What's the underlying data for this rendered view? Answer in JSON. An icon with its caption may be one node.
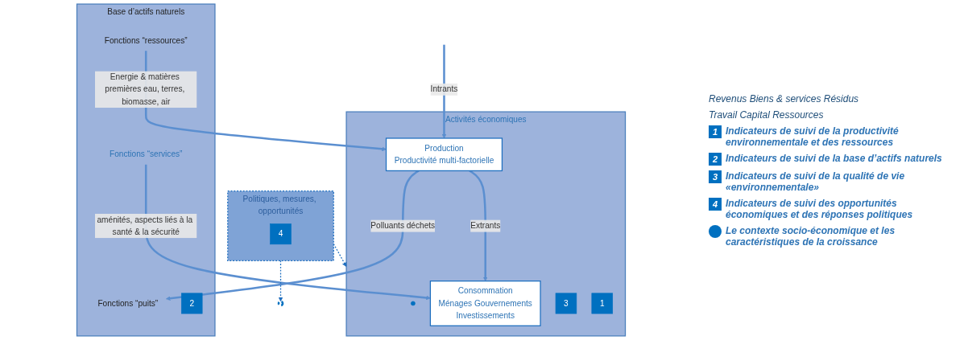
{
  "diagram": {
    "nodes": [
      {
        "text": [
          "Activités économiques"
        ]
      },
      {
        "text": [],
        "shape": "circle",
        "in": 0
      },
      {
        "text": [
          "Consommation",
          "Ménages Gouvernements",
          "Investissements"
        ],
        "in": 0
      },
      {
        "text": [
          "Production",
          "Productivité multi-factorielle"
        ],
        "in": 0
      },
      {
        "text": [
          "3"
        ],
        "in": 0
      },
      {
        "text": [
          "1"
        ],
        "in": 0
      },
      {
        "text": [
          "Politiques, mesures, opportunités"
        ]
      },
      {
        "text": [
          "4"
        ],
        "in": 6
      },
      {
        "text": [
          "Base d’actifs naturels"
        ]
      },
      {
        "text": [
          "Fonctions “services”"
        ],
        "in": 8
      },
      {
        "text": [
          "Fonctions “puits”"
        ],
        "in": 8
      },
      {
        "text": [
          "2"
        ],
        "in": 8
      },
      {
        "text": [
          "Fonctions “ressources”"
        ],
        "in": 8
      },
      {
        "text": [],
        "shape": "circle"
      }
    ],
    "edges": [
      {
        "from": 3,
        "to": 2,
        "arrow": "to",
        "label": "Extrants"
      },
      {
        "from": null,
        "to": 3,
        "arrow": "to",
        "label": "Intrants"
      },
      {
        "from": 3,
        "to": 10,
        "arrow": "to",
        "label": "Polluants déchets"
      },
      {
        "from": 12,
        "to": 3,
        "arrow": "to",
        "label": "Energie & matières premières eau, terres, biomasse, air"
      },
      {
        "from": 9,
        "to": 2,
        "arrow": "to",
        "label": "aménités, aspects liés à la santé & la sécurité"
      },
      {
        "from": 6,
        "to": 0,
        "arrow": "to",
        "style": "dashed",
        "color": "#1f6fbf"
      },
      {
        "from": 6,
        "to": 13,
        "arrow": "to",
        "style": "dashed",
        "color": "#1f6fbf"
      }
    ],
    "labels": [
      "Revenus Biens & services Résidus",
      "Travail Capital Ressources",
      "1",
      "2",
      "3",
      "4"
    ],
    "legend": [
      {
        "text": "Indicateurs de suivi de la productivité environnementale et des ressources"
      },
      {
        "text": "Indicateurs de suivi de la base d’actifs naturels"
      },
      {
        "text": "Indicateurs de suivi de la qualité de vie «environnementale»"
      },
      {
        "text": "Indicateurs de suivi des opportunités économiques et des réponses politiques"
      },
      {
        "text": "Le contexte socio-économique et les caractéristiques de la croissance",
        "color": "#0070c0"
      }
    ]
  }
}
